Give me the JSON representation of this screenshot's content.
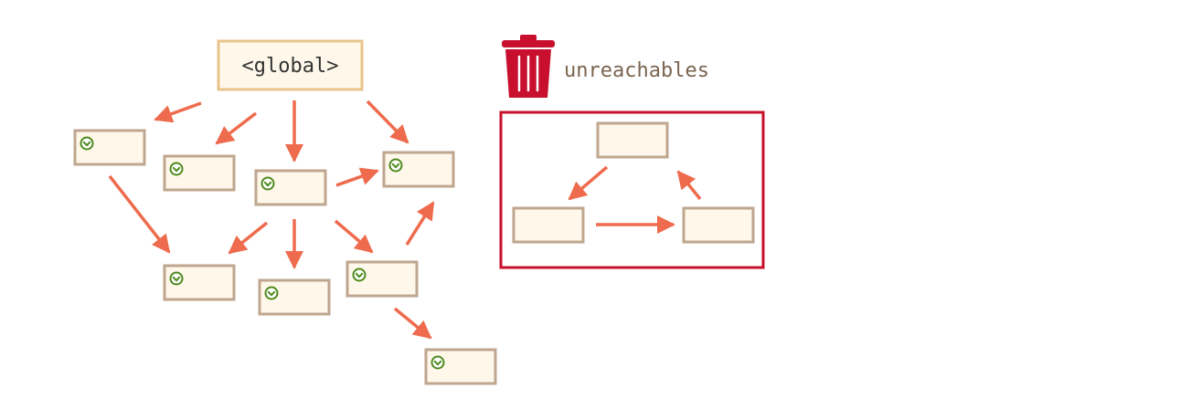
{
  "root_label": "<global>",
  "unreachable_label": "unreachables",
  "colors": {
    "arrow": "#ee6b4d",
    "box_fill": "#fff8ea",
    "box_stroke": "#bfa68f",
    "global_stroke": "#e8c48a",
    "unreachable_border": "#c8102e",
    "trash": "#c8102e",
    "check": "#4e8a1e",
    "label_text": "#7a6550"
  },
  "icons": {
    "reachable_mark": "check-circle-icon",
    "trash": "trash-can-icon"
  },
  "reachable_nodes": [
    "node-a",
    "node-b",
    "node-c",
    "node-d",
    "node-e",
    "node-f",
    "node-g",
    "node-h"
  ],
  "unreachable_nodes": [
    "island-top",
    "island-left",
    "island-right"
  ]
}
